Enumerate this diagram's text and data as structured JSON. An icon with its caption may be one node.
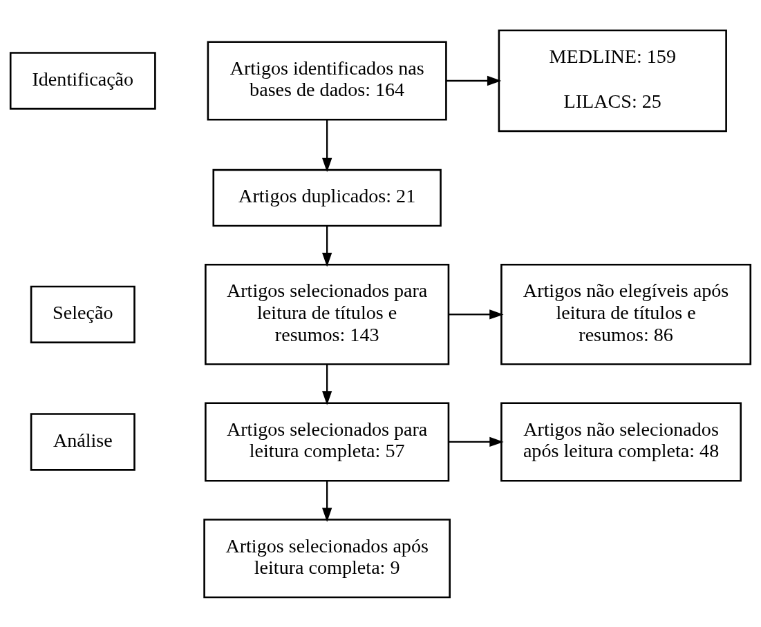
{
  "diagram": {
    "nodes": [
      {
        "text": [
          "Identificação"
        ]
      },
      {
        "text": [
          "Seleção"
        ]
      },
      {
        "text": [
          "Análise"
        ]
      },
      {
        "text": [
          "Artigos identificados nas bases de dados: 164"
        ]
      },
      {
        "text": [
          "MEDLINE: 159",
          "LILACS: 25"
        ]
      },
      {
        "text": [
          "Artigos duplicados: 21"
        ]
      },
      {
        "text": [
          "Artigos selecionados para leitura de títulos e resumos: 143"
        ]
      },
      {
        "text": [
          "Artigos não elegíveis após leitura de títulos e resumos: 86"
        ]
      },
      {
        "text": [
          "Artigos selecionados para leitura completa: 57"
        ]
      },
      {
        "text": [
          "Artigos não selecionados após leitura completa: 48"
        ]
      },
      {
        "text": [
          "Artigos selecionados após leitura completa: 9"
        ]
      }
    ],
    "edges": [
      {
        "from": 3,
        "to": 4,
        "arrow": "to"
      },
      {
        "from": 3,
        "to": 5,
        "arrow": "to"
      },
      {
        "from": 5,
        "to": 6,
        "arrow": "to"
      },
      {
        "from": 6,
        "to": 7,
        "arrow": "to"
      },
      {
        "from": 6,
        "to": 8,
        "arrow": "to"
      },
      {
        "from": 8,
        "to": 9,
        "arrow": "to"
      },
      {
        "from": 8,
        "to": 10,
        "arrow": "to"
      }
    ]
  }
}
